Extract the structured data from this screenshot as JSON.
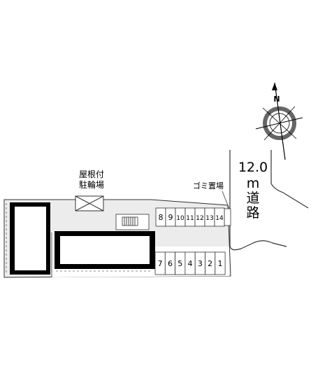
{
  "compass": {
    "north_letter": "N"
  },
  "labels": {
    "covered_bicycle_parking_line1": "屋根付",
    "covered_bicycle_parking_line2": "駐輪場",
    "garbage_area": "ゴミ置場",
    "road_width": "12.0",
    "road_unit": "m",
    "road_word_1": "道",
    "road_word_2": "路"
  },
  "parking_upper": [
    "8",
    "9",
    "10",
    "11",
    "12",
    "13",
    "14"
  ],
  "parking_lower": [
    "7",
    "6",
    "5",
    "4",
    "3",
    "2",
    "1"
  ],
  "colors": {
    "lot": "#ececec",
    "line": "#333333",
    "building": "#000000"
  }
}
